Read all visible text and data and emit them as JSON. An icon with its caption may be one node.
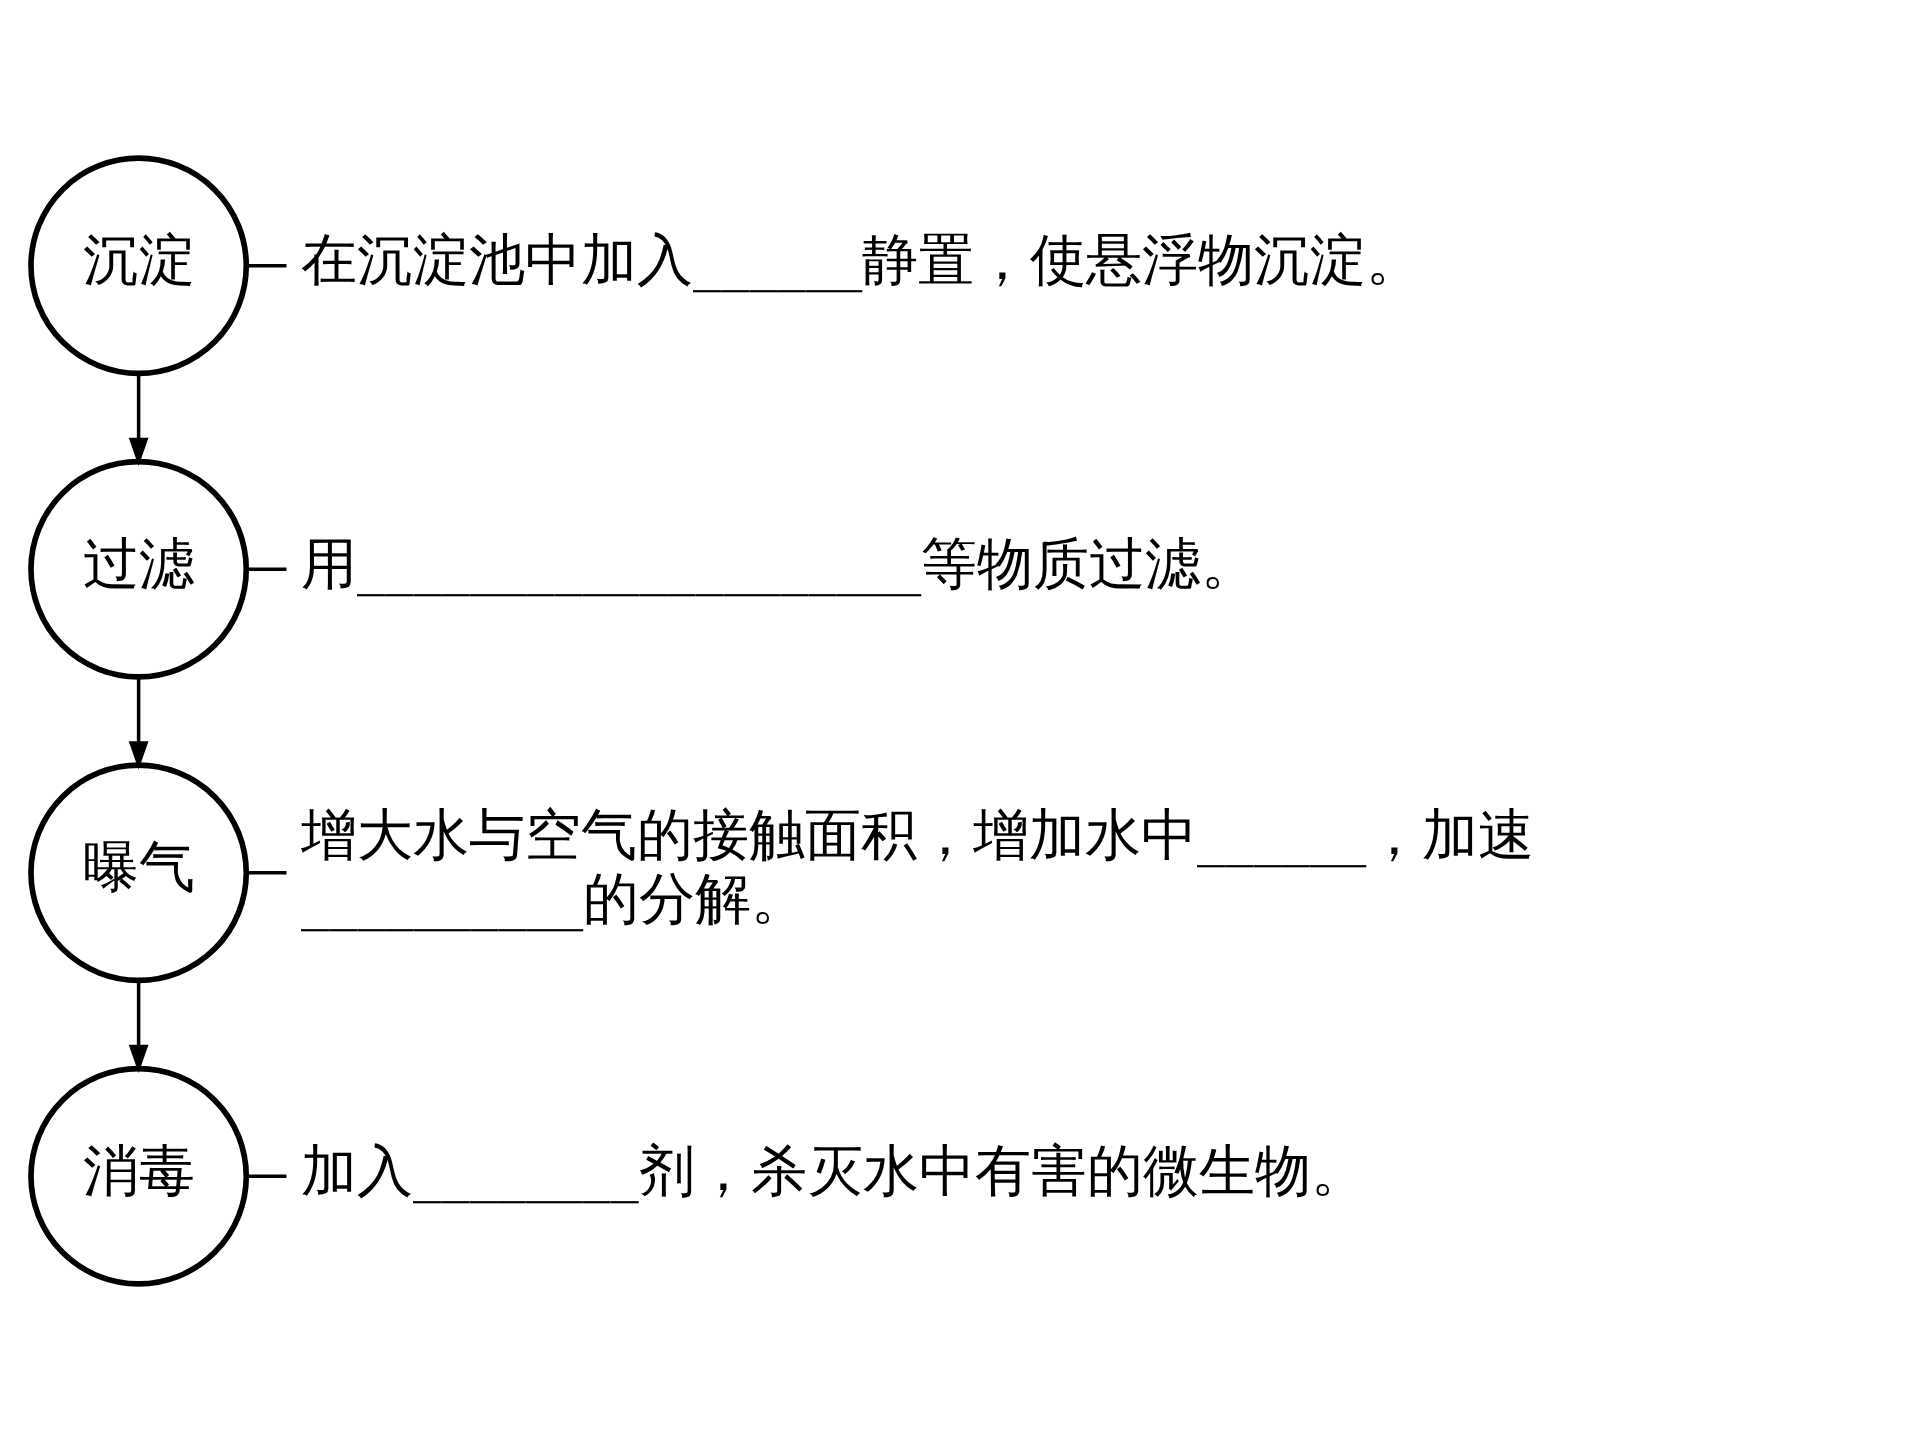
{
  "diagram": {
    "nodes": [
      {
        "text": [
          "沉淀"
        ]
      },
      {
        "text": [
          "在沉淀池中加入______静置，使悬浮物沉淀。"
        ]
      },
      {
        "text": [
          "过滤"
        ]
      },
      {
        "text": [
          "用____________________等物质过滤。"
        ]
      },
      {
        "text": [
          "曝气"
        ]
      },
      {
        "text": [
          "增大水与空气的接触面积，增加水中______，加速__________的分解。"
        ]
      },
      {
        "text": [
          "消毒"
        ]
      },
      {
        "text": [
          "加入________剂，杀灭水中有害的微生物。"
        ]
      }
    ],
    "edges": [
      {
        "from": 0,
        "to": 1,
        "arrow": "none"
      },
      {
        "from": 0,
        "to": 2,
        "arrow": "to"
      },
      {
        "from": 2,
        "to": 3,
        "arrow": "none"
      },
      {
        "from": 2,
        "to": 4,
        "arrow": "to"
      },
      {
        "from": 4,
        "to": 5,
        "arrow": "none"
      },
      {
        "from": 4,
        "to": 6,
        "arrow": "to"
      },
      {
        "from": 6,
        "to": 7,
        "arrow": "none"
      }
    ]
  }
}
